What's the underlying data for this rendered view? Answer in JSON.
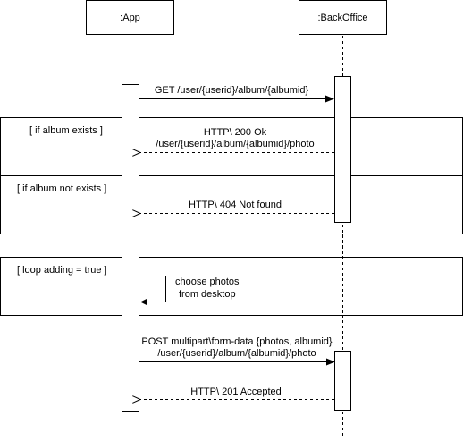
{
  "participants": [
    {
      "id": "app",
      "label": ":App"
    },
    {
      "id": "backoffice",
      "label": ":BackOffice"
    }
  ],
  "fragments": [
    {
      "id": "if-album-exists",
      "guard": "[ if album exists ]"
    },
    {
      "id": "if-album-not-exists",
      "guard": "[ if album not exists ]"
    },
    {
      "id": "loop-adding",
      "guard": "[ loop adding = true ]"
    }
  ],
  "messages": [
    {
      "id": "get-album",
      "lines": [
        "GET /user/{userid}/album/{albumid}"
      ],
      "type": "sync",
      "from": "app",
      "to": "backoffice"
    },
    {
      "id": "http-200",
      "lines": [
        "HTTP\\ 200 Ok",
        "/user/{userid}/album/{albumid}/photo"
      ],
      "type": "return",
      "from": "backoffice",
      "to": "app"
    },
    {
      "id": "http-404",
      "lines": [
        "HTTP\\ 404 Not found"
      ],
      "type": "return",
      "from": "backoffice",
      "to": "app"
    },
    {
      "id": "choose-photos",
      "lines": [
        "choose photos",
        "from desktop"
      ],
      "type": "self",
      "from": "app",
      "to": "app"
    },
    {
      "id": "post-photos",
      "lines": [
        "POST multipart\\form-data {photos, albumid}",
        "/user/{userid}/album/{albumid}/photo"
      ],
      "type": "sync",
      "from": "app",
      "to": "backoffice"
    },
    {
      "id": "http-201",
      "lines": [
        "HTTP\\ 201 Accepted"
      ],
      "type": "return",
      "from": "backoffice",
      "to": "app"
    }
  ]
}
